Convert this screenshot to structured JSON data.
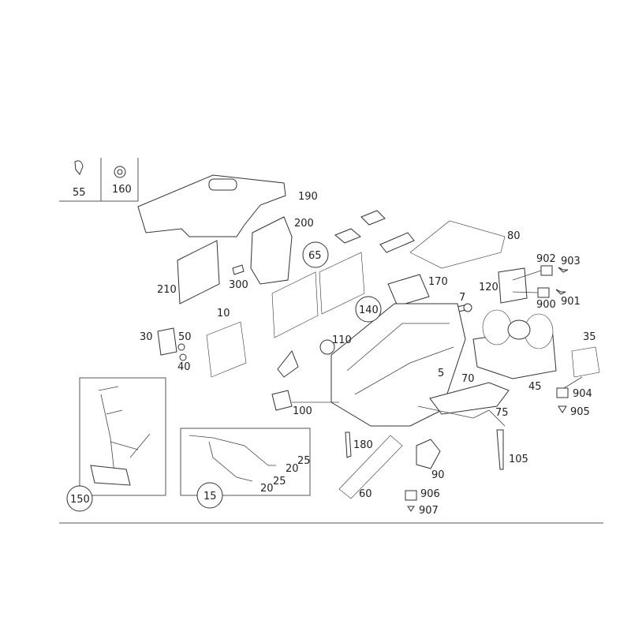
{
  "diagram": {
    "type": "exploded parts diagram",
    "labels": {
      "p55": "55",
      "p160": "160",
      "p190": "190",
      "p200": "200",
      "p65": "65",
      "p80": "80",
      "p210": "210",
      "p300": "300",
      "p902": "902",
      "p903": "903",
      "p120": "120",
      "p900": "900",
      "p901": "901",
      "p170": "170",
      "p7": "7",
      "p10": "10",
      "p30": "30",
      "p50": "50",
      "p40": "40",
      "p140": "140",
      "p110": "110",
      "p35": "35",
      "p5": "5",
      "p70": "70",
      "p45": "45",
      "p904": "904",
      "p905": "905",
      "p100": "100",
      "p75": "75",
      "p180": "180",
      "p25a": "25",
      "p20a": "20",
      "p25b": "25",
      "p20b": "20",
      "p105": "105",
      "p150": "150",
      "p15": "15",
      "p90": "90",
      "p60": "60",
      "p906": "906",
      "p907": "907"
    },
    "colors": {
      "line": "#333333",
      "background": "#ffffff"
    }
  }
}
